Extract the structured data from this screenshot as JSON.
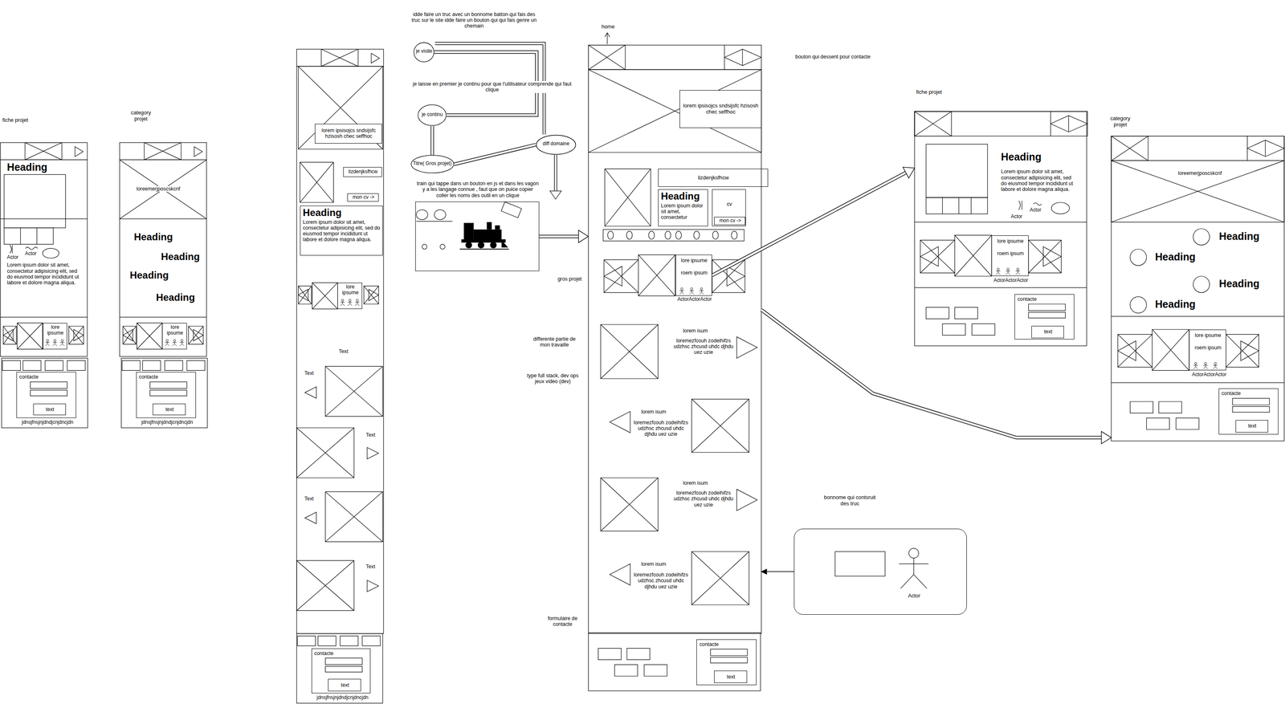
{
  "diagram": {
    "nodes": [
      {
        "text": [
          "fiche projet"
        ]
      },
      {
        "text": [
          "lore ipsume"
        ],
        "in": 0
      },
      {
        "text": [
          "contacte"
        ],
        "in": 0
      },
      {
        "text": [
          "text"
        ],
        "in": 2
      },
      {
        "text": [
          "category projet"
        ]
      },
      {
        "text": [
          "lore ipsume"
        ],
        "in": 4
      },
      {
        "text": [
          "contacte"
        ],
        "in": 4
      },
      {
        "text": [
          "text"
        ],
        "in": 6
      },
      {
        "text": [
          "lorem ipsisojcs sndsijsfc hzisosh chec seffhoc"
        ]
      },
      {
        "text": [
          "lizdenjksfhcw"
        ]
      },
      {
        "text": [
          "mon cv ->"
        ]
      },
      {
        "text": [
          "Heading",
          "Lorem ipsum dolor sit amet, consectetur adipisicing elit, sed do eiusmod tempor incididunt ut labore et dolore magna aliqua."
        ]
      },
      {
        "text": [
          "lore ipsume"
        ]
      },
      {
        "text": [
          "contacte"
        ]
      },
      {
        "text": [
          "text"
        ],
        "in": 13
      },
      {
        "text": [
          "je visite"
        ]
      },
      {
        "text": [
          "je continu"
        ]
      },
      {
        "text": [
          "Titre( Gros projet)"
        ]
      },
      {
        "text": [
          "diff domaine"
        ]
      },
      {
        "text": [
          "train qui tappe dans un bouton en js et dans les vagon y a les langage connue , faut que on puice copier coller les noms des outil en un clique"
        ]
      },
      {
        "text": [
          "home"
        ]
      },
      {
        "text": [
          "lorem ipsisojcs sndsijsfc hzisosh chec seffhoc"
        ],
        "in": 20
      },
      {
        "text": [
          "lizdenjksfhcw"
        ],
        "in": 20
      },
      {
        "text": [
          "Heading",
          "Lorem ipsum dolor sit amet, consectetur"
        ],
        "in": 20
      },
      {
        "text": [
          "cv"
        ],
        "in": 20
      },
      {
        "text": [
          "mon cv ->"
        ],
        "in": 24
      },
      {
        "text": [
          "lore ipsume",
          "roem ipsum"
        ],
        "in": 20
      },
      {
        "text": [
          "contacte"
        ]
      },
      {
        "text": [
          "text"
        ],
        "in": 27
      },
      {
        "text": [
          "bonnome qui contsruit des truc",
          "Actor"
        ]
      },
      {
        "text": [
          "fiche projet"
        ]
      },
      {
        "text": [
          "lore ipsume",
          "roem ipsum"
        ],
        "in": 30
      },
      {
        "text": [
          "contacte"
        ],
        "in": 30
      },
      {
        "text": [
          "text"
        ],
        "in": 32
      },
      {
        "text": [
          "category projet"
        ]
      },
      {
        "text": [
          "lore ipsume",
          "roem ipsum"
        ],
        "in": 34
      },
      {
        "text": [
          "contacte"
        ],
        "in": 34
      },
      {
        "text": [
          "text"
        ],
        "in": 36
      }
    ],
    "edges": [
      {
        "from": 15,
        "to": 16,
        "arrow": "none"
      },
      {
        "from": 16,
        "to": 17,
        "arrow": "none"
      },
      {
        "from": 17,
        "to": 18,
        "arrow": "none"
      },
      {
        "from": 19,
        "to": 20,
        "arrow": "to"
      },
      {
        "from": 26,
        "to": 30,
        "arrow": "to"
      },
      {
        "from": 20,
        "to": 34,
        "arrow": "to"
      },
      {
        "from": 29,
        "to": 20,
        "arrow": "to"
      }
    ],
    "labels": [
      "Heading",
      "Actor",
      "Actor",
      "Lorem ipsum dolor sit amet, consectetur adipisicing elit, sed do eiusmod tempor incididunt ut labore et dolore magna aliqua.",
      "jdnsjfnsjnjdndjcnjdncjdn",
      "loreemerjposcskcnf",
      "Heading",
      "Heading",
      "Heading",
      "Heading",
      "jdnsjfnsjnjdndjcnjdncjdn",
      "Text",
      "Text",
      "Text",
      "Text",
      "Text",
      "jdnsjfnsjnjdndjcnjdncjdn",
      "idde faire un truc avec un bonnome batton qui fais des truc sur le site idde faire un bouton qui qui fais genre un chemain",
      "je laisse en premier je continu pour que l'utilisateur comprende qui faut clique",
      "ActorActorActor",
      "gros projet",
      "differente partie de mon travaille",
      "type full stack, dev ops jeux video (dev)",
      "formulaire de contacte",
      "bouton qui dessent pour contacte",
      "lorem isum",
      "loremezfcouh zodeihifzs udzhsc zhcusd uhdc djhdu uez uzie",
      "lorem isum",
      "loremezfcouh zodeihifzs udzhsc zhcusd uhdc djhdu uez uzie",
      "lorem isum",
      "loremezfcouh zodeihifzs udzhsc zhcusd uhdc djhdu uez uzie",
      "lorem isum",
      "loremezfcouh zodeihifzs udzhsc zhcusd uhdc djhdu uez uzie",
      "Heading",
      "Lorem ipsum dolor sit amet, consectetur adipisicing elit, sed do eiusmod tempor incididunt ut labore et dolore magna aliqua.",
      "Actor",
      "Actor",
      "ActorActorActor",
      "loreemerjposcskcnf",
      "Heading",
      "Heading",
      "Heading",
      "Heading",
      "ActorActorActor"
    ]
  }
}
